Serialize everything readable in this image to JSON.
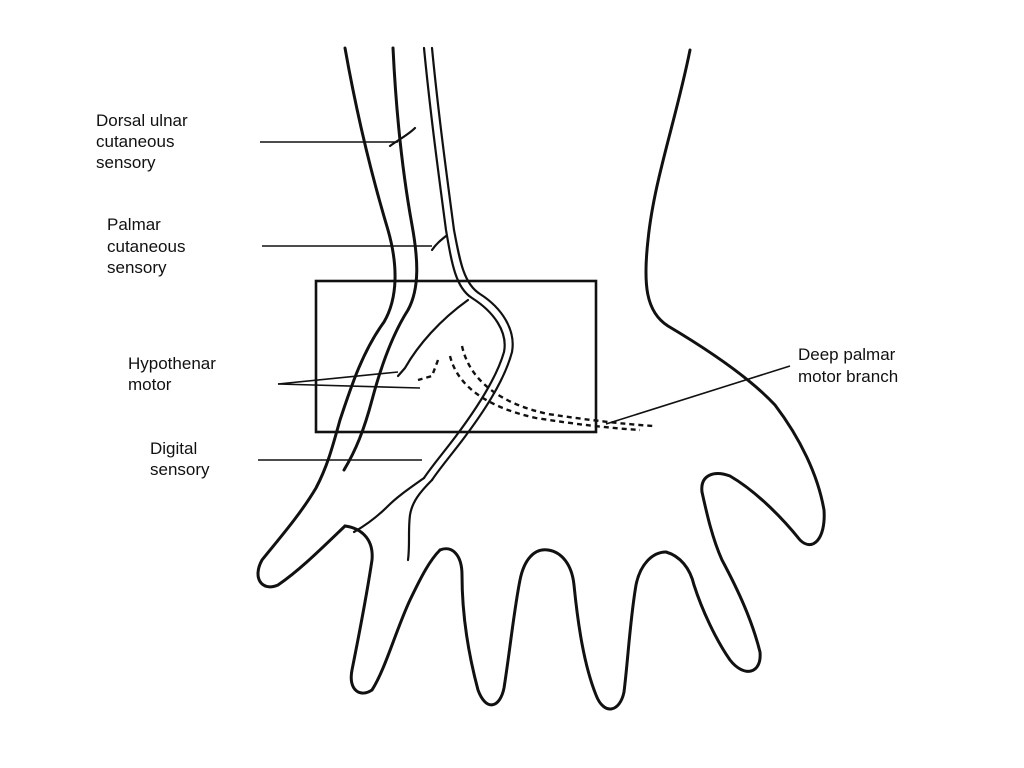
{
  "labels": {
    "dorsal_ulnar": [
      "Dorsal ulnar",
      "cutaneous",
      "sensory"
    ],
    "palmar_cutaneous": [
      "Palmar",
      "cutaneous",
      "sensory"
    ],
    "hypothenar_motor": [
      "Hypothenar",
      "motor"
    ],
    "digital_sensory": [
      "Digital",
      "sensory"
    ],
    "deep_palmar": [
      "Deep palmar",
      "motor branch"
    ]
  },
  "colors": {
    "line": "#111111",
    "background": "#ffffff"
  }
}
